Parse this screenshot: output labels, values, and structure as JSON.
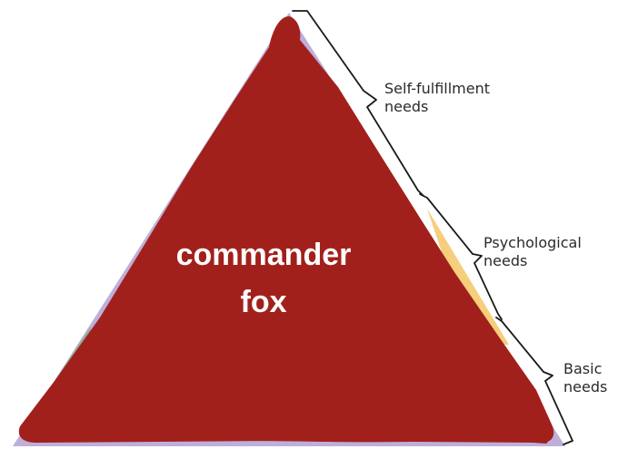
{
  "overlay": {
    "line1": "commander",
    "line2": "fox"
  },
  "levels": [
    {
      "line1": "Self-fulfillment",
      "line2": "needs"
    },
    {
      "line1": "Psychological",
      "line2": "needs"
    },
    {
      "line1": "Basic",
      "line2": "needs"
    }
  ],
  "colors": {
    "pyramid_fill": "#a2201b",
    "bracket_stroke": "#1a1a1a",
    "edge_peek_green": "#6fb36a",
    "edge_peek_yellow": "#f2c35a",
    "edge_peek_purple": "#b7a6d6",
    "overlay_text": "#ffffff"
  }
}
